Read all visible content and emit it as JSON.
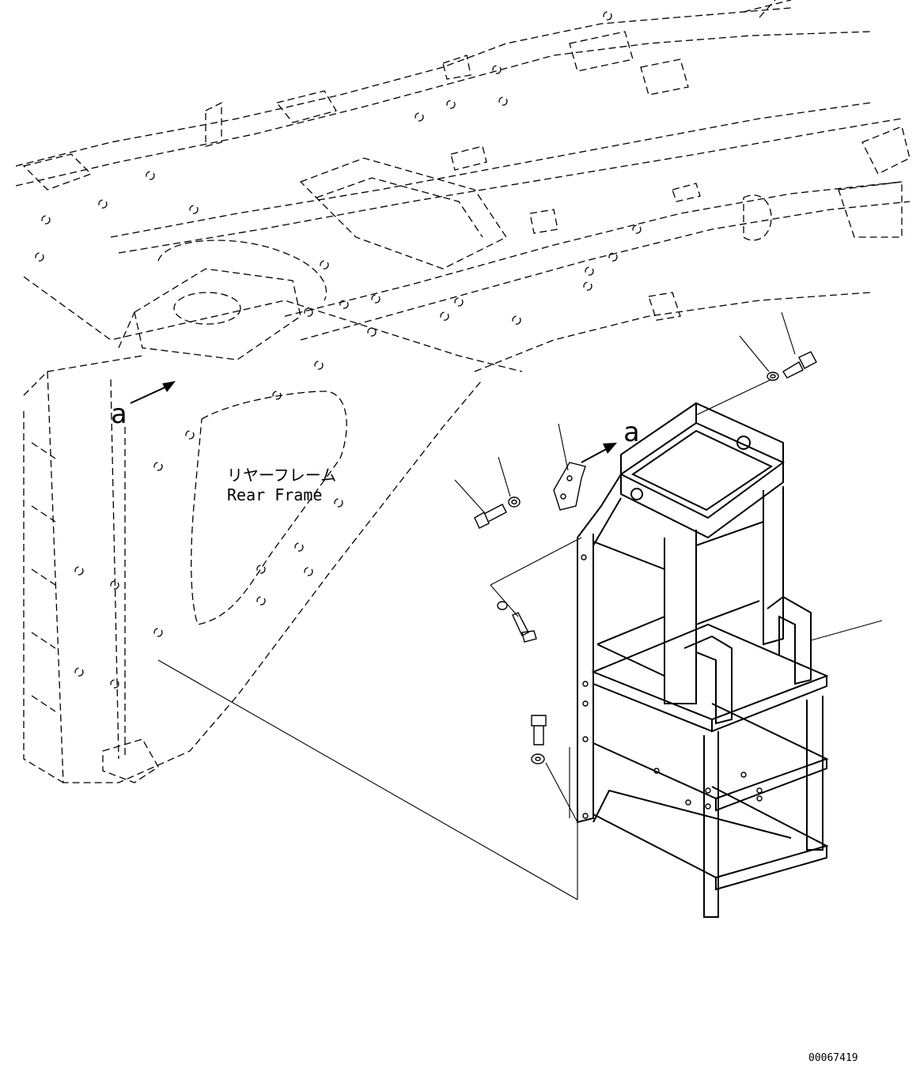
{
  "labels": {
    "view_marker": "a",
    "view_marker_2": "a",
    "frame_name_jp": "リヤーフレーム",
    "frame_name_en": "Rear Frame",
    "drawing_number": "00067419"
  }
}
